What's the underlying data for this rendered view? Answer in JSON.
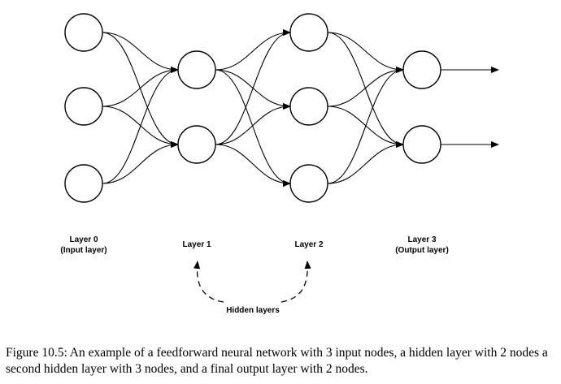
{
  "diagram": {
    "layers": [
      {
        "name": "Layer 0",
        "subtitle": "(Input layer)",
        "nodes": 3
      },
      {
        "name": "Layer 1",
        "subtitle": "",
        "nodes": 2
      },
      {
        "name": "Layer 2",
        "subtitle": "",
        "nodes": 3
      },
      {
        "name": "Layer 3",
        "subtitle": "(Output layer)",
        "nodes": 2
      }
    ],
    "hidden_label": "Hidden layers",
    "output_arrows": 2
  },
  "caption": "Figure 10.5: An example of a feedforward neural network with 3 input nodes, a hidden layer with 2 nodes a second hidden layer with 3 nodes, and a final output layer with 2 nodes."
}
